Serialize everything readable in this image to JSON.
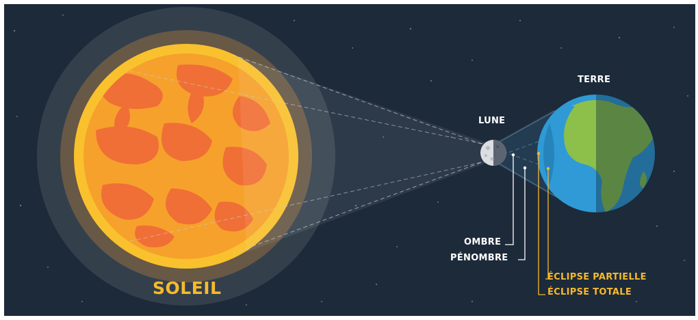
{
  "labels": {
    "sun": "SOLEIL",
    "moon": "LUNE",
    "earth": "TERRE",
    "umbra": "OMBRE",
    "penumbra": "PÉNOMBRE",
    "partial_eclipse": "ÉCLIPSE PARTIELLE",
    "total_eclipse": "ÉCLIPSE TOTALE"
  },
  "colors": {
    "space": "#1c2a3a",
    "sun_core": "#f6a12c",
    "sun_spots": "#f06f36",
    "sun_rim": "#f9c12e",
    "ocean": "#2f9ad6",
    "land": "#8cc04b",
    "label_white": "#ffffff",
    "label_gold": "#f7b92c"
  }
}
